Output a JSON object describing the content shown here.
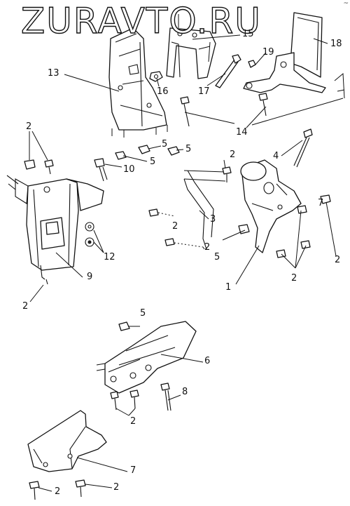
{
  "watermark": "ZURAVTO.RU",
  "corner_mark": "~",
  "callouts": {
    "c13": "13",
    "c15": "15",
    "c18": "18",
    "c19": "19",
    "c16": "16",
    "c17": "17",
    "c14": "14",
    "c2a": "2",
    "c5a": "5",
    "c5b": "5",
    "c5c": "5",
    "c10": "10",
    "c4": "4",
    "c2b": "2",
    "c7a": "7",
    "c3": "3",
    "c2c": "2",
    "c2d": "2",
    "c5d": "5",
    "c1": "1",
    "c2e": "2",
    "c2f": "2",
    "c12": "12",
    "c9": "9",
    "c2g": "2",
    "c5e": "5",
    "c6": "6",
    "c8": "8",
    "c2h": "2",
    "c7b": "7",
    "c2i": "2",
    "c2j": "2"
  }
}
